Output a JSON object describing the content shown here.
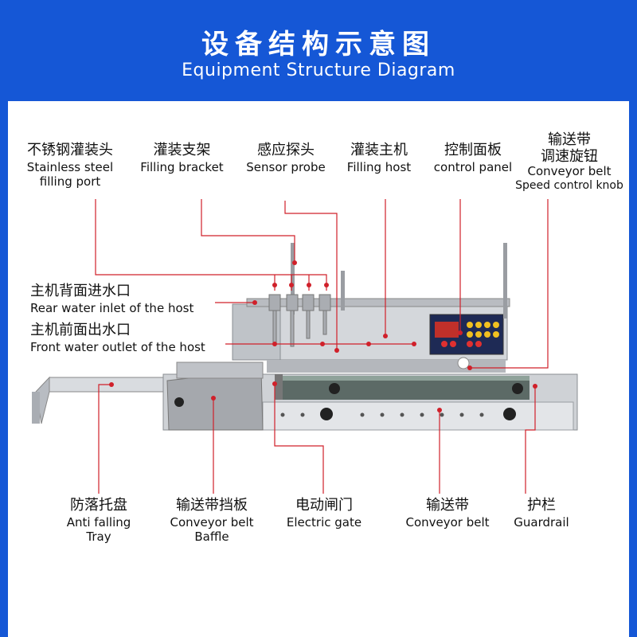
{
  "header": {
    "title_cn": "设备结构示意图",
    "title_en": "Equipment Structure Diagram"
  },
  "labels": {
    "stainless_port": {
      "cn": "不锈钢灌装头",
      "en1": "Stainless steel",
      "en2": "filling port"
    },
    "filling_bracket": {
      "cn": "灌装支架",
      "en1": "Filling bracket"
    },
    "sensor_probe": {
      "cn": "感应探头",
      "en1": "Sensor probe"
    },
    "filling_host": {
      "cn": "灌装主机",
      "en1": "Filling host"
    },
    "control_panel": {
      "cn": "控制面板",
      "en1": "control panel"
    },
    "speed_knob": {
      "cn1": "输送带",
      "cn2": "调速旋钮",
      "en1": "Conveyor belt",
      "en2": "Speed control knob"
    },
    "rear_inlet": {
      "cn": "主机背面进水口",
      "en1": "Rear water inlet of the host"
    },
    "front_outlet": {
      "cn": "主机前面出水口",
      "en1": "Front water outlet of the host"
    },
    "anti_fall_tray": {
      "cn": "防落托盘",
      "en1": "Anti falling",
      "en2": "Tray"
    },
    "belt_baffle": {
      "cn": "输送带挡板",
      "en1": "Conveyor belt",
      "en2": "Baffle"
    },
    "electric_gate": {
      "cn": "电动闸门",
      "en1": "Electric gate"
    },
    "conveyor_belt": {
      "cn": "输送带",
      "en1": "Conveyor belt"
    },
    "guardrail": {
      "cn": "护栏",
      "en1": "Guardrail"
    }
  },
  "colors": {
    "header_blue": "#1557d6",
    "leader_red": "#d0202a",
    "machine_steel": "#c9ccd1"
  }
}
